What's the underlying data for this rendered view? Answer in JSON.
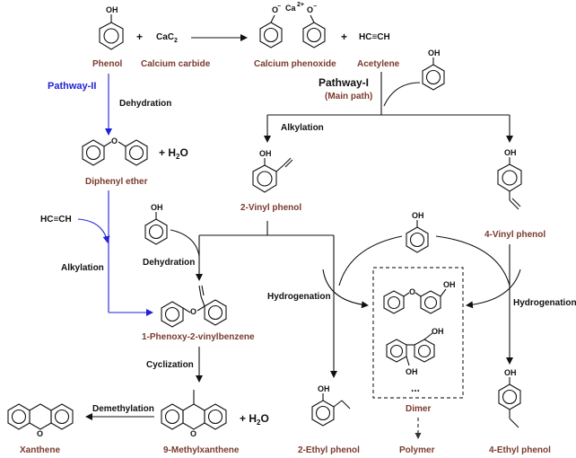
{
  "reactants": {
    "phenol": "Phenol",
    "calcium_carbide": "Calcium carbide",
    "calcium_carbide_formula": "CaC",
    "calcium_carbide_sub": "2",
    "plus": "+"
  },
  "products": {
    "calcium_phenoxide": "Calcium phenoxide",
    "calcium_ion": "Ca",
    "charge_plus": "2+",
    "charge_minus": "−",
    "acetylene": "Acetylene",
    "acetylene_formula": "HC≡CH",
    "oxygen": "O",
    "oh": "OH"
  },
  "pathways": {
    "pathway_ii": "Pathway-II",
    "pathway_i": "Pathway-I",
    "main_path": "(Main path)"
  },
  "steps": {
    "dehydration": "Dehydration",
    "alkylation": "Alkylation",
    "hydrogenation": "Hydrogenation",
    "cyclization": "Cyclization",
    "demethylation": "Demethylation"
  },
  "compounds": {
    "diphenyl_ether": "Diphenyl ether",
    "water": "+ H",
    "water_sub": "2",
    "water_o": "O",
    "vinyl_phenol_2": "2-Vinyl phenol",
    "vinyl_phenol_4": "4-Vinyl phenol",
    "phenoxy_vinylbenzene": "1-Phenoxy-2-vinylbenzene",
    "methylxanthene": "9-Methylxanthene",
    "xanthene": "Xanthene",
    "ethyl_phenol_2": "2-Ethyl phenol",
    "ethyl_phenol_4": "4-Ethyl phenol",
    "dimer": "Dimer",
    "polymer": "Polymer",
    "ellipsis": "..."
  }
}
